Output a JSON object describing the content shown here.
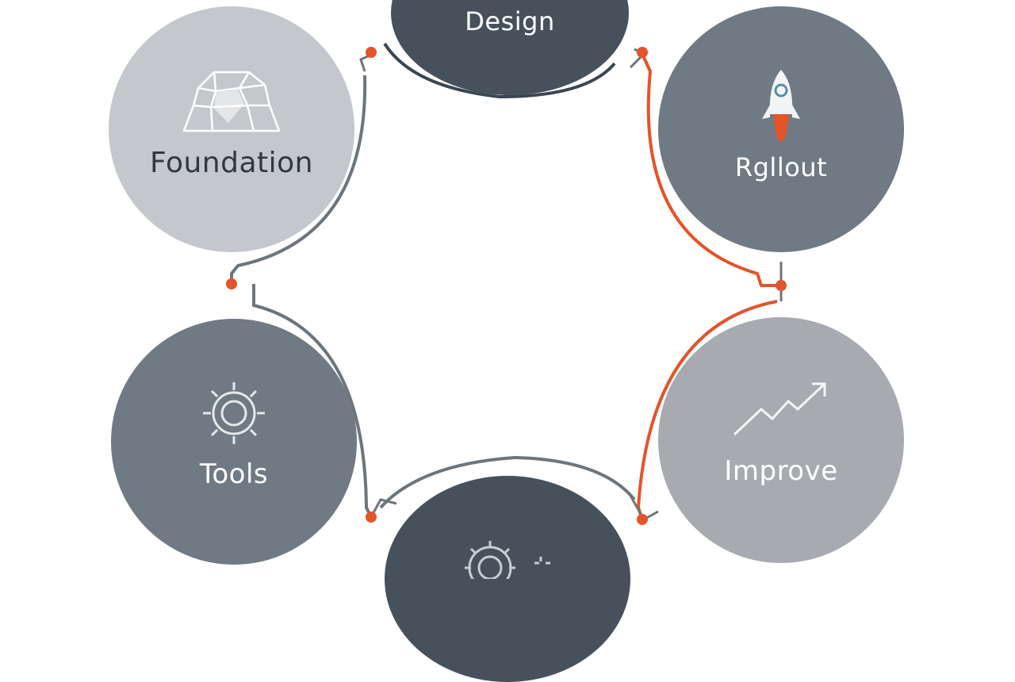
{
  "diagram": {
    "nodes": [
      {
        "id": "design",
        "label": "Design",
        "icon": "none"
      },
      {
        "id": "rollout",
        "label": "Rgllout",
        "icon": "rocket-icon"
      },
      {
        "id": "improve",
        "label": "Improve",
        "icon": "trend-arrow-icon"
      },
      {
        "id": "bottom",
        "label": "",
        "icon": "gear-icon"
      },
      {
        "id": "tools",
        "label": "Tools",
        "icon": "gear-icon"
      },
      {
        "id": "foundation",
        "label": "Foundation",
        "icon": "polyhedron-icon"
      }
    ]
  },
  "colors": {
    "dark_slate": "#46515c",
    "mid_slate": "#6f7a84",
    "light_gray": "#c4c7cb",
    "soft_gray": "#a7abb0",
    "accent_orange": "#e4542a",
    "connector_gray": "#6d757c"
  }
}
